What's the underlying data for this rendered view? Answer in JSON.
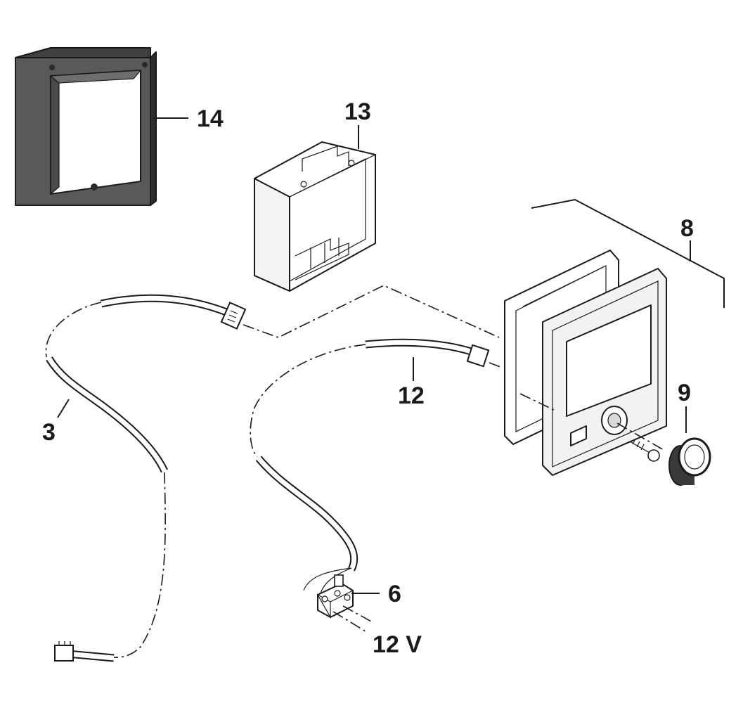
{
  "labels": {
    "frame": "14",
    "box": "13",
    "panel": "8",
    "knob": "9",
    "cable_a": "3",
    "cable_b": "12",
    "terminal": "6",
    "voltage": "12 V"
  },
  "colors": {
    "ink": "#1a1a1a",
    "frame_fill": "#4d4d4d",
    "panel_fill": "#f2f2f2"
  }
}
